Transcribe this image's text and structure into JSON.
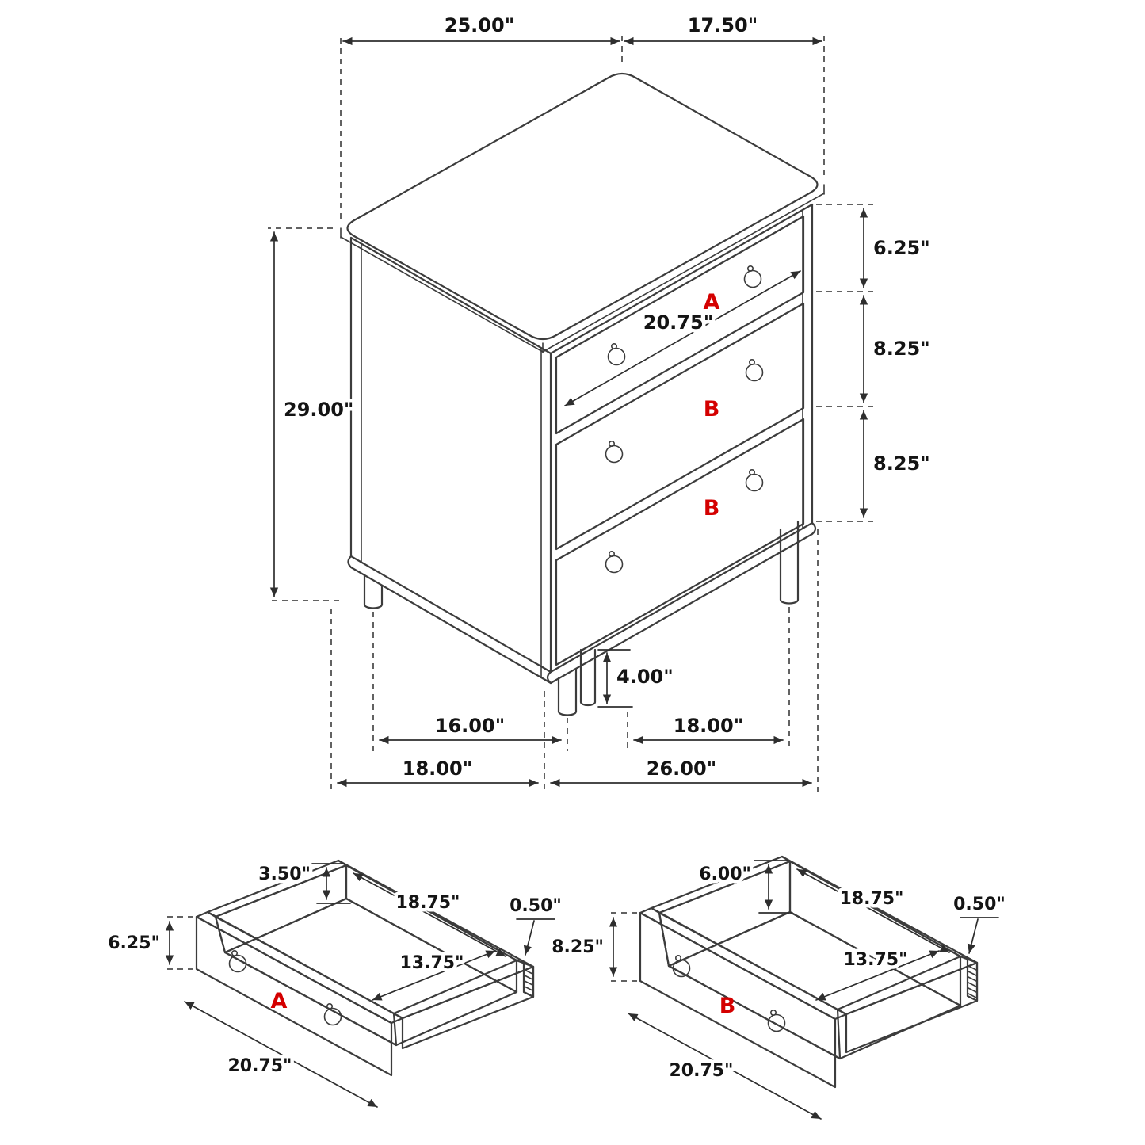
{
  "main": {
    "top_width": "25.00\"",
    "top_depth": "17.50\"",
    "drawer_a_height": "6.25\"",
    "drawer_b1_height": "8.25\"",
    "drawer_b2_height": "8.25\"",
    "overall_height": "29.00\"",
    "drawer_front_width": "20.75\"",
    "leg_height": "4.00\"",
    "foot_span_left": "16.00\"",
    "foot_span_right": "18.00\"",
    "base_depth": "18.00\"",
    "base_width": "26.00\"",
    "labels": {
      "a": "A",
      "b1": "B",
      "b2": "B"
    }
  },
  "drawer_a": {
    "label": "A",
    "front_height": "6.25\"",
    "back_height": "3.50\"",
    "inner_width": "18.75\"",
    "wall_thickness": "0.50\"",
    "inner_depth": "13.75\"",
    "front_width": "20.75\""
  },
  "drawer_b": {
    "label": "B",
    "front_height": "8.25\"",
    "back_height": "6.00\"",
    "inner_width": "18.75\"",
    "wall_thickness": "0.50\"",
    "inner_depth": "13.75\"",
    "front_width": "20.75\""
  },
  "colors": {
    "line": "#3c3c3c",
    "dim": "#2e2e2e",
    "text": "#141414",
    "accent": "#d40000"
  }
}
